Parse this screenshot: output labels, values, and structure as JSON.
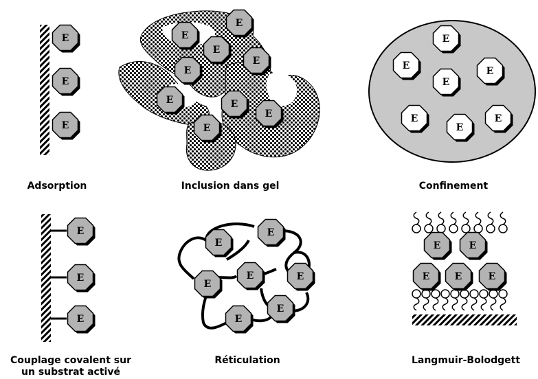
{
  "enzyme_label": "E",
  "colors": {
    "enzyme_fill": "#b3b3b3",
    "enzyme_white": "#ffffff",
    "gel_pattern": "#000000",
    "capsule_fill": "#c8c8c8",
    "outline": "#000000"
  },
  "panels": {
    "adsorption": {
      "caption": "Adsorption"
    },
    "inclusion": {
      "caption": "Inclusion dans gel"
    },
    "confinement": {
      "caption": "Confinement"
    },
    "covalent": {
      "caption_line1": "Couplage covalent sur",
      "caption_line2": "un substrat activé"
    },
    "reticulation": {
      "caption": "Réticulation"
    },
    "langmuir": {
      "caption": "Langmuir-Bolodgett"
    }
  }
}
